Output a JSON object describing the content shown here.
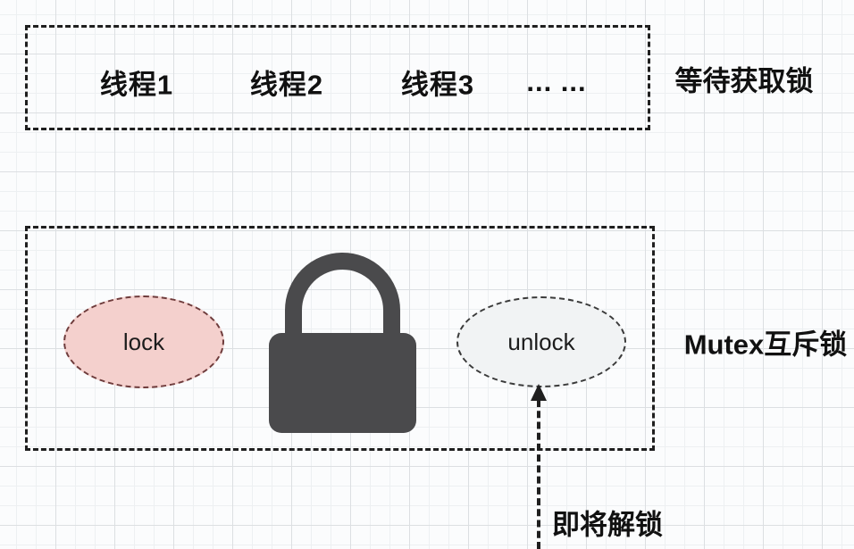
{
  "colors": {
    "background": "#fbfcfd",
    "grid_minor": "#edf0f2",
    "grid_major": "#dcdfe2",
    "dashed_border": "#1f1f1f",
    "lock_fill": "#f4d0cd",
    "lock_border": "#6e3b3b",
    "unlock_fill": "#f1f3f4",
    "unlock_border": "#3a3a3a",
    "padlock": "#4a4a4c",
    "text": "#111111"
  },
  "waiting_box": {
    "threads": [
      "线程1",
      "线程2",
      "线程3",
      "... ..."
    ],
    "side_label": "等待获取锁"
  },
  "mutex_box": {
    "lock_label": "lock",
    "unlock_label": "unlock",
    "side_label": "Mutex互斥锁"
  },
  "arrow": {
    "label": "即将解锁"
  }
}
